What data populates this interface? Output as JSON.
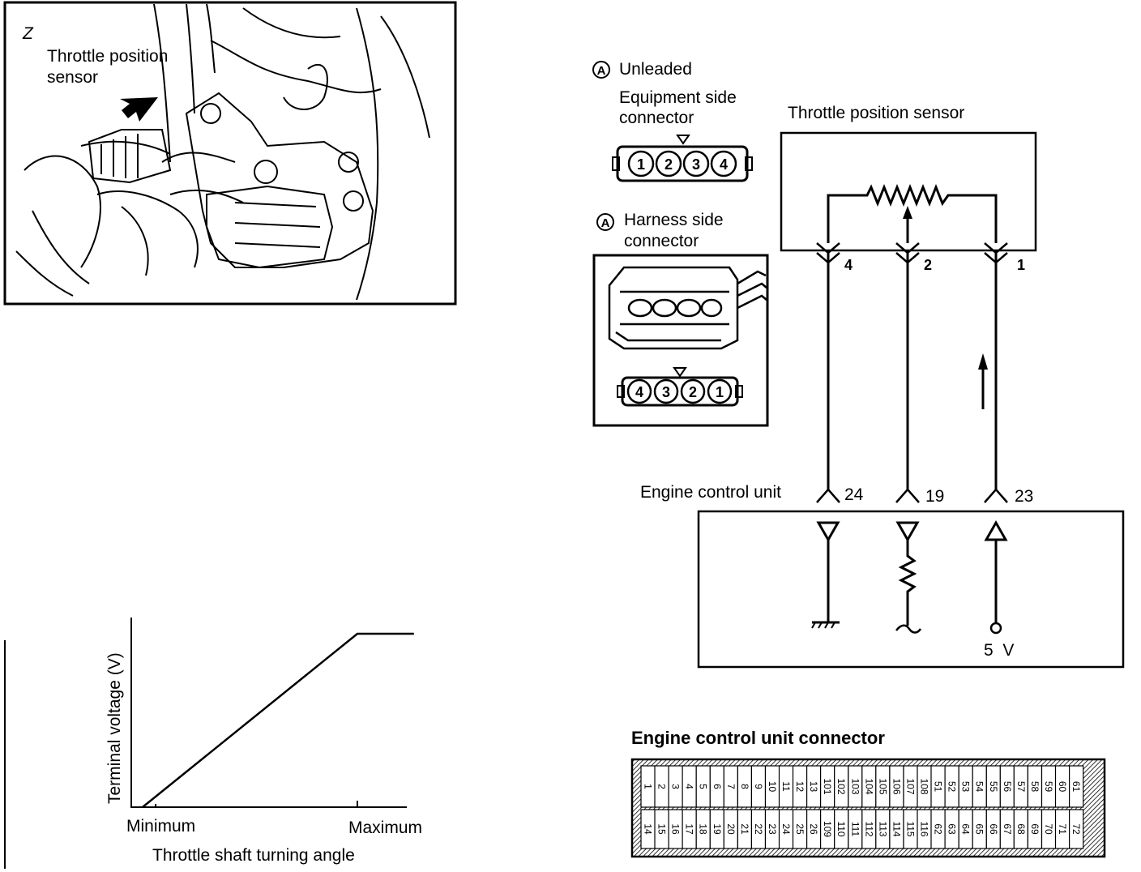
{
  "photo": {
    "label_line1": "Throttle position",
    "label_line2": "sensor",
    "corner_mark": "Z"
  },
  "equipment_connector": {
    "badge": "A",
    "title": "Unleaded",
    "label_line1": "Equipment side",
    "label_line2": "connector",
    "pins": [
      "1",
      "2",
      "3",
      "4"
    ]
  },
  "harness_connector": {
    "badge": "A",
    "label_line1": "Harness side",
    "label_line2": "connector",
    "pins": [
      "4",
      "3",
      "2",
      "1"
    ]
  },
  "circuit": {
    "sensor_label": "Throttle position sensor",
    "sensor_pins": [
      "4",
      "2",
      "1"
    ],
    "ecu_label": "Engine control unit",
    "ecu_pins": [
      "24",
      "19",
      "23"
    ],
    "supply_label": "5  V"
  },
  "graph": {
    "ylabel": "Terminal voltage (V)",
    "xlabel": "Throttle shaft turning angle",
    "xmin_label": "Minimum",
    "xmax_label": "Maximum"
  },
  "chart_data": {
    "type": "line",
    "xlabel": "Throttle shaft turning angle",
    "ylabel": "Terminal voltage (V)",
    "categories": [
      "Minimum",
      "Maximum"
    ],
    "points": [
      [
        0.05,
        0.0
      ],
      [
        1.0,
        1.0
      ],
      [
        1.25,
        1.0
      ]
    ]
  },
  "ecu_connector": {
    "title": "Engine control unit connector",
    "top_row": [
      "1",
      "2",
      "3",
      "4",
      "5",
      "6",
      "7",
      "8",
      "9",
      "10",
      "11",
      "12",
      "13",
      "101",
      "102",
      "103",
      "104",
      "105",
      "106",
      "107",
      "108",
      "51",
      "52",
      "53",
      "54",
      "55",
      "56",
      "57",
      "58",
      "59",
      "60",
      "61"
    ],
    "bottom_row": [
      "14",
      "15",
      "16",
      "17",
      "18",
      "19",
      "20",
      "21",
      "22",
      "23",
      "24",
      "25",
      "26",
      "109",
      "110",
      "111",
      "112",
      "113",
      "114",
      "115",
      "116",
      "62",
      "63",
      "64",
      "65",
      "66",
      "67",
      "68",
      "69",
      "70",
      "71",
      "72"
    ]
  }
}
